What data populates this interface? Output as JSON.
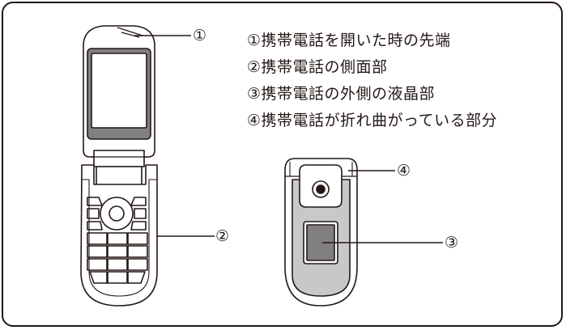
{
  "legend": [
    "①携帯電話を開いた時の先端",
    "②携帯電話の側面部",
    "③携帯電話の外側の液晶部",
    "④携帯電話が折れ曲がっている部分"
  ],
  "callouts": {
    "c1": "①",
    "c2": "②",
    "c3": "③",
    "c4": "④"
  },
  "colors": {
    "outline": "#231815",
    "screen_dark": "#808080",
    "screen_light": "#c8c8c8",
    "body_fill": "#ffffff"
  }
}
